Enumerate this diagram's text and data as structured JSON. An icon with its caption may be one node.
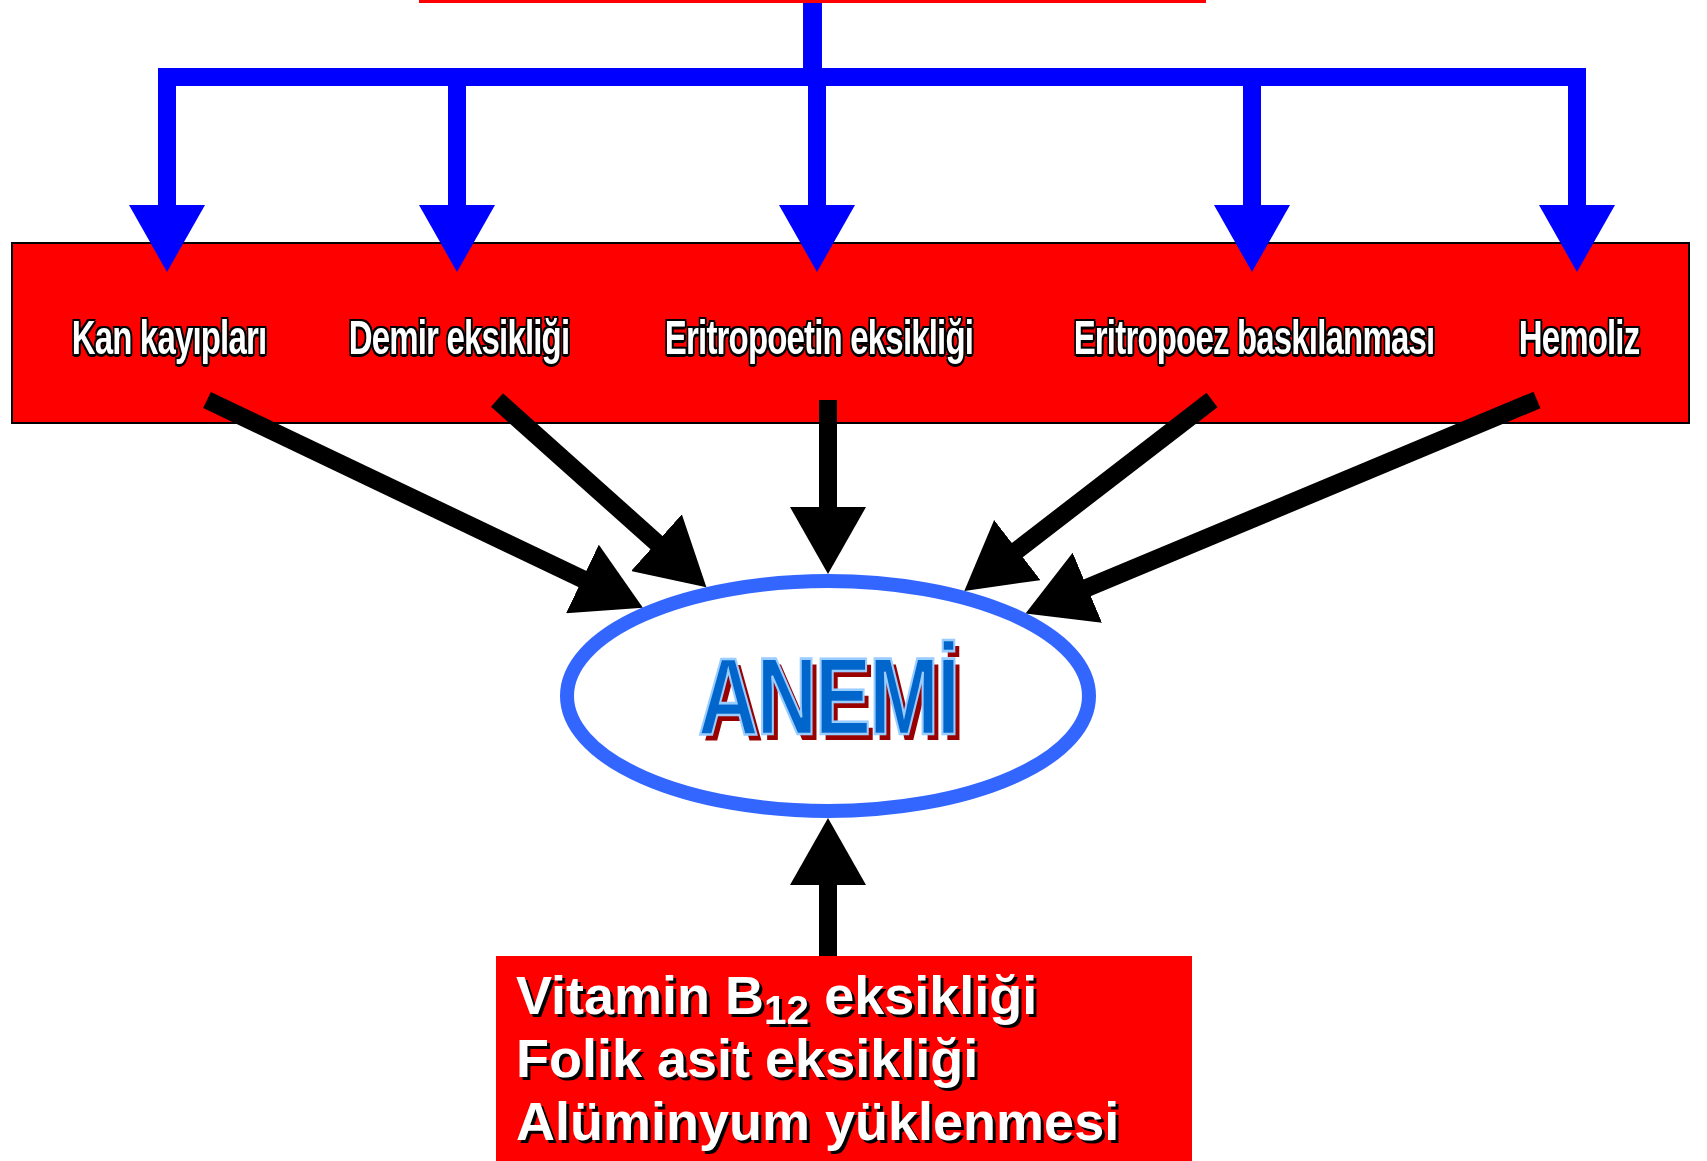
{
  "diagram": {
    "nodes": [
      {
        "text": [],
        "shape": "bar"
      },
      {
        "text": [],
        "shape": "box"
      },
      {
        "text": [
          "Kan kayıpları"
        ],
        "in": 1
      },
      {
        "text": [
          "Demir eksikliği"
        ],
        "in": 1
      },
      {
        "text": [
          "Eritropoetin eksikliği"
        ],
        "in": 1
      },
      {
        "text": [
          "Eritropoez baskılanması"
        ],
        "in": 1
      },
      {
        "text": [
          "Hemoliz"
        ],
        "in": 1
      },
      {
        "text": [
          "ANEMİ"
        ]
      },
      {
        "text": [
          "Vitamin B$_{12}$ eksikliği",
          "Folik asit eksikliği",
          "Alüminyum yüklenmesi"
        ]
      }
    ],
    "edges": [
      {
        "from": 0,
        "to": 2,
        "arrow": "to",
        "color": "#0000ff"
      },
      {
        "from": 0,
        "to": 3,
        "arrow": "to",
        "color": "#0000ff"
      },
      {
        "from": 0,
        "to": 4,
        "arrow": "to",
        "color": "#0000ff"
      },
      {
        "from": 0,
        "to": 5,
        "arrow": "to",
        "color": "#0000ff"
      },
      {
        "from": 0,
        "to": 6,
        "arrow": "to",
        "color": "#0000ff"
      },
      {
        "from": 2,
        "to": 7,
        "arrow": "to"
      },
      {
        "from": 3,
        "to": 7,
        "arrow": "to"
      },
      {
        "from": 4,
        "to": 7,
        "arrow": "to"
      },
      {
        "from": 5,
        "to": 7,
        "arrow": "to"
      },
      {
        "from": 6,
        "to": 7,
        "arrow": "to"
      },
      {
        "from": 8,
        "to": 7,
        "arrow": "to"
      }
    ]
  }
}
